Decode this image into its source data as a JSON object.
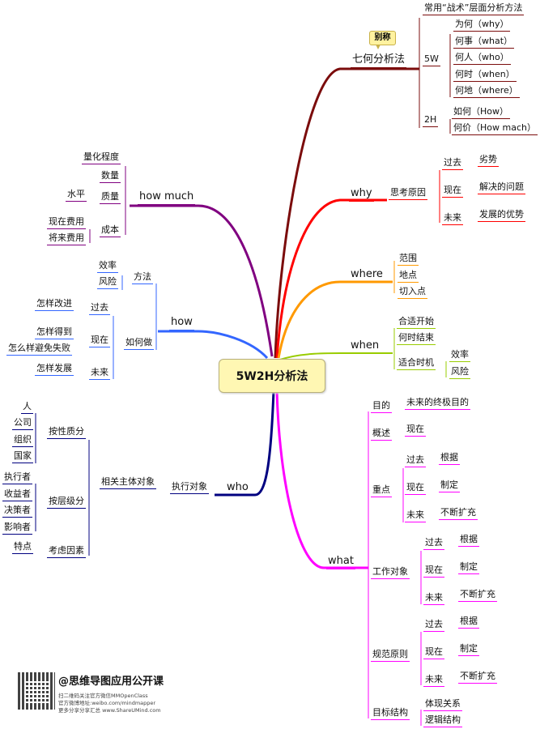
{
  "center": "5W2H分析法",
  "colors": {
    "qihe": "#7b0c0c",
    "why": "#ff0000",
    "where": "#ff9900",
    "when": "#99cc00",
    "what": "#ff00ff",
    "who": "#000080",
    "how": "#3366ff",
    "howmuch": "#800080"
  },
  "qihe": {
    "label": "七何分析法",
    "callout": "别称",
    "tactic": "常用“战术”层面分析方法",
    "w5": "5W",
    "w5_items": [
      "为何（why）",
      "何事（what）",
      "何人（who）",
      "何时（when）",
      "何地（where）"
    ],
    "h2": "2H",
    "h2_items": [
      "如何（How）",
      "何价（How mach）"
    ]
  },
  "why": {
    "label": "why",
    "child": "思考原因",
    "times": [
      "过去",
      "现在",
      "未来"
    ],
    "items": [
      "劣势",
      "解决的问题",
      "发展的优势"
    ]
  },
  "where": {
    "label": "where",
    "items": [
      "范围",
      "地点",
      "切入点"
    ]
  },
  "when": {
    "label": "when",
    "items": [
      "合适开始",
      "何时结束",
      "适合时机"
    ],
    "timing": [
      "效率",
      "风险"
    ]
  },
  "what": {
    "label": "what",
    "purpose": "目的",
    "purpose_item": "未来的终极目的",
    "overview": "概述",
    "overview_item": "现在",
    "focus": "重点",
    "focus_times": [
      "过去",
      "现在",
      "未来"
    ],
    "focus_items": [
      "根据",
      "制定",
      "不断扩充"
    ],
    "work": "工作对象",
    "work_times": [
      "过去",
      "现在",
      "未来"
    ],
    "work_items": [
      "根据",
      "制定",
      "不断扩充"
    ],
    "rules": "规范原则",
    "rules_times": [
      "过去",
      "现在",
      "未来"
    ],
    "rules_items": [
      "根据",
      "制定",
      "不断扩充"
    ],
    "structure": "目标结构",
    "structure_items": [
      "体现关系",
      "逻辑结构"
    ]
  },
  "who": {
    "label": "who",
    "child": "执行对象",
    "sub": "相关主体对象",
    "nature": "按性质分",
    "nature_items": [
      "人",
      "公司",
      "组织",
      "国家"
    ],
    "level": "按层级分",
    "level_items": [
      "执行者",
      "收益者",
      "决策者",
      "影响者"
    ],
    "factor": "考虑因素",
    "factor_items": [
      "特点"
    ]
  },
  "how": {
    "label": "how",
    "method": "方法",
    "method_items": [
      "效率",
      "风险"
    ],
    "doing": "如何做",
    "times": [
      "过去",
      "现在",
      "未来"
    ],
    "past_items": [
      "怎样改进"
    ],
    "now_items": [
      "怎样得到",
      "怎么样避免失败"
    ],
    "future_items": [
      "怎样发展"
    ]
  },
  "howmuch": {
    "label": "how much",
    "items": [
      "量化程度",
      "数量",
      "质量",
      "成本"
    ],
    "quality_items": [
      "水平"
    ],
    "cost_items": [
      "现在费用",
      "将来费用"
    ]
  },
  "footer": {
    "title": "@思维导图应用公开课",
    "line1": "扫二维码关注官方微信MMOpenClass",
    "line2": "官方微博地址:weibo.com/mindmapper",
    "line3": "更多分享分享汇总 www.ShareUMind.com"
  }
}
